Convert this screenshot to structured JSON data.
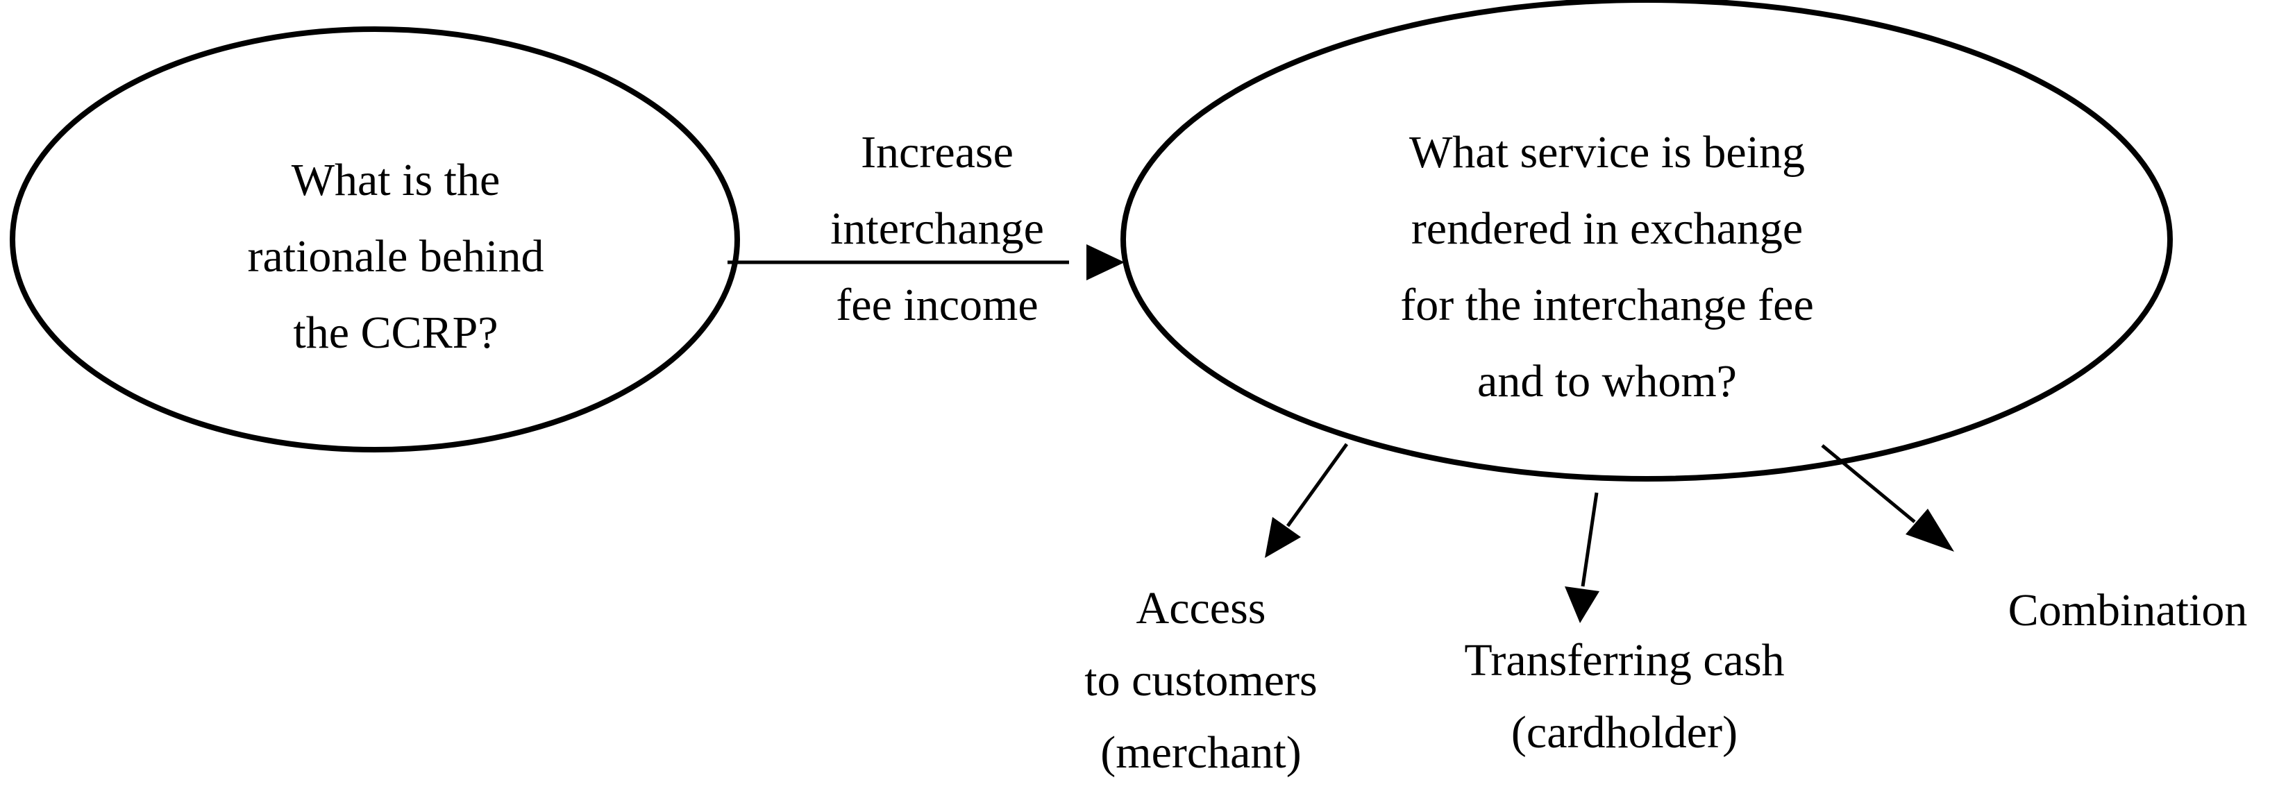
{
  "diagram": {
    "left_node": {
      "text": "What is the\nrationale behind\nthe CCRP?"
    },
    "edge_label": "Increase\ninterchange\nfee income",
    "right_node": {
      "text": "What service is being\nrendered in exchange\nfor the interchange fee\nand to whom?"
    },
    "outcomes": {
      "access": "Access\nto customers\n(merchant)",
      "transfer": "Transferring cash\n(cardholder)",
      "combination": "Combination"
    },
    "colors": {
      "stroke": "#000000",
      "background": "#ffffff"
    }
  }
}
